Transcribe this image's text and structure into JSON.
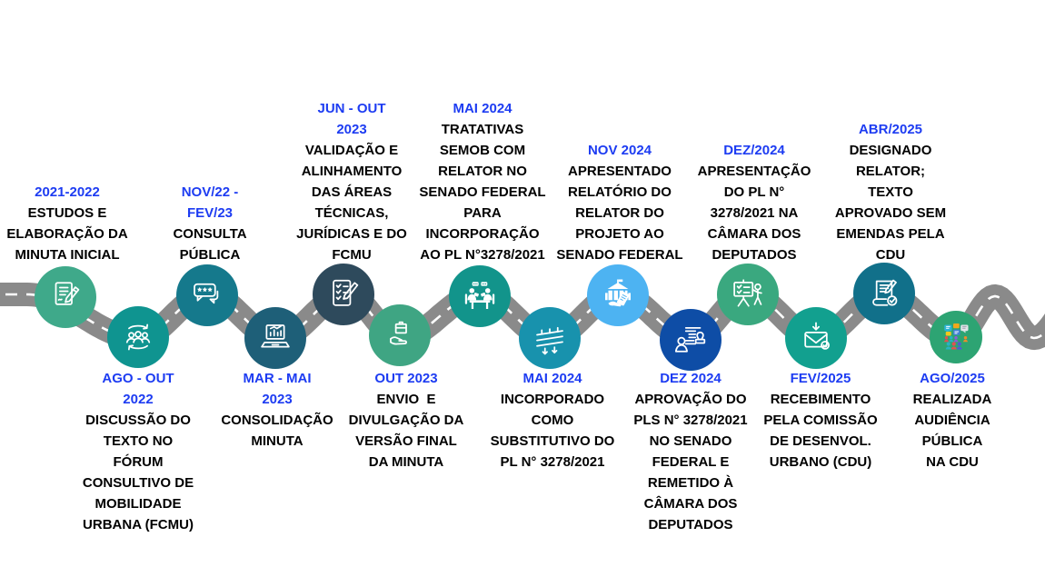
{
  "colors": {
    "background": "#ffffff",
    "date_text": "#1d3cf2",
    "body_text": "#000000",
    "road": "#8a8a8a",
    "road_center_line": "#ffffff"
  },
  "timeline": {
    "milestones": [
      {
        "position": "above-road",
        "icon": "document-pencil-icon",
        "circle_color": "#3fa98a",
        "date_lines": [
          "2021-2022"
        ],
        "description_lines": [
          "ESTUDOS E",
          "ELABORAÇÃO DA",
          "MINUTA INICIAL"
        ]
      },
      {
        "position": "below-road",
        "icon": "people-cycle-icon",
        "circle_color": "#0f9490",
        "date_lines": [
          "AGO - OUT",
          "2022"
        ],
        "description_lines": [
          "DISCUSSÃO DO",
          "TEXTO NO",
          "FÓRUM",
          "CONSULTIVO DE",
          "MOBILIDADE",
          "URBANA (FCMU)"
        ]
      },
      {
        "position": "above-road",
        "icon": "chat-stars-icon",
        "circle_color": "#15798c",
        "date_lines": [
          "NOV/22 -",
          "FEV/23"
        ],
        "description_lines": [
          "CONSULTA",
          "PÚBLICA"
        ]
      },
      {
        "position": "below-road",
        "icon": "laptop-chart-icon",
        "circle_color": "#1e5f78",
        "date_lines": [
          "MAR - MAI",
          "2023"
        ],
        "description_lines": [
          "CONSOLIDAÇÃO",
          "MINUTA"
        ]
      },
      {
        "position": "above-road",
        "icon": "checklist-pencil-icon",
        "circle_color": "#2e4a5c",
        "date_lines": [
          "JUN - OUT",
          "2023"
        ],
        "description_lines": [
          "VALIDAÇÃO E",
          "ALINHAMENTO",
          "DAS ÁREAS",
          "TÉCNICAS,",
          "JURÍDICAS E DO",
          "FCMU"
        ]
      },
      {
        "position": "below-road",
        "icon": "hand-box-icon",
        "circle_color": "#3fa583",
        "date_lines": [
          "OUT 2023"
        ],
        "description_lines": [
          "ENVIO  E",
          "DIVULGAÇÃO DA",
          "VERSÃO FINAL",
          "DA MINUTA"
        ]
      },
      {
        "position": "above-road",
        "icon": "meeting-table-icon",
        "circle_color": "#12948b",
        "date_lines": [
          "MAI 2024"
        ],
        "description_lines": [
          "TRATATIVAS",
          "SEMOB COM",
          "RELATOR NO",
          "SENADO FEDERAL",
          "PARA",
          "INCORPORAÇÃO",
          "AO PL N°3278/2021"
        ]
      },
      {
        "position": "below-road",
        "icon": "highway-icon",
        "circle_color": "#1892ad",
        "date_lines": [
          "MAI 2024"
        ],
        "description_lines": [
          "INCORPORADO",
          "COMO",
          "SUBSTITUTIVO DO",
          "PL N° 3278/2021"
        ]
      },
      {
        "position": "above-road",
        "icon": "capitol-hand-icon",
        "circle_color": "#4db3f2",
        "date_lines": [
          "NOV 2024"
        ],
        "description_lines": [
          "APRESENTADO",
          "RELATÓRIO DO",
          "RELATOR DO",
          "PROJETO AO",
          "SENADO FEDERAL"
        ]
      },
      {
        "position": "below-road",
        "icon": "person-doc-stamp-icon",
        "circle_color": "#0e4da6",
        "date_lines": [
          "DEZ 2024"
        ],
        "description_lines": [
          "APROVAÇÃO DO",
          "PLS N° 3278/2021",
          "NO SENADO",
          "FEDERAL E",
          "REMETIDO À",
          "CÂMARA DOS",
          "DEPUTADOS"
        ]
      },
      {
        "position": "above-road",
        "icon": "presentation-board-icon",
        "circle_color": "#3aa87f",
        "date_lines": [
          "DEZ/2024"
        ],
        "description_lines": [
          "APRESENTAÇÃO",
          "DO PL N°",
          "3278/2021 NA",
          "CÂMARA DOS",
          "DEPUTADOS"
        ]
      },
      {
        "position": "below-road",
        "icon": "envelope-check-icon",
        "circle_color": "#12a08f",
        "date_lines": [
          "FEV/2025"
        ],
        "description_lines": [
          "RECEBIMENTO",
          "PELA COMISSÃO",
          "DE DESENVOL.",
          "URBANO (CDU)"
        ]
      },
      {
        "position": "above-road",
        "icon": "scroll-pen-check-icon",
        "circle_color": "#11708a",
        "date_lines": [
          "ABR/2025"
        ],
        "description_lines": [
          "DESIGNADO",
          "RELATOR;",
          "TEXTO",
          "APROVADO SEM",
          "EMENDAS PELA",
          "CDU"
        ]
      },
      {
        "position": "below-road",
        "icon": "audience-bubbles-icon",
        "circle_color": "#2da473",
        "date_lines": [
          "AGO/2025"
        ],
        "description_lines": [
          "REALIZADA",
          "AUDIÊNCIA",
          "PÚBLICA",
          "NA CDU"
        ]
      }
    ]
  }
}
